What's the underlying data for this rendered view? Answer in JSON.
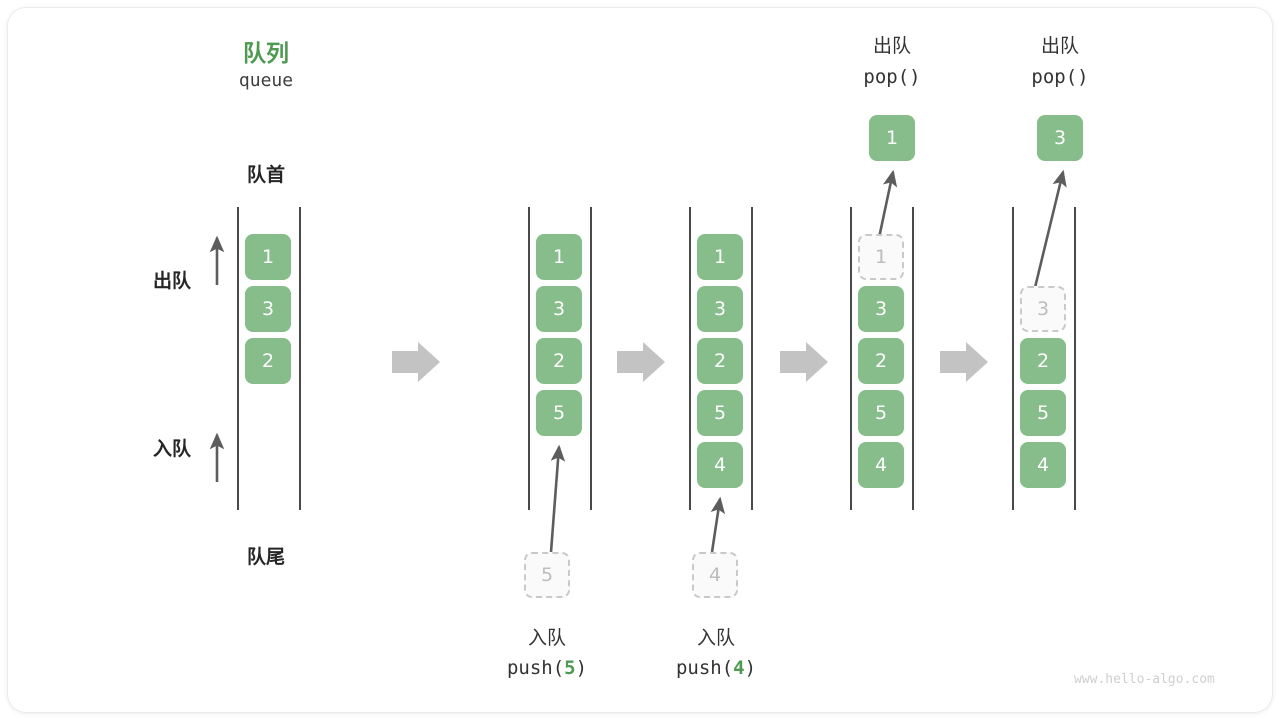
{
  "diagram": {
    "title_cn": "队列",
    "title_en": "queue",
    "front_label": "队首",
    "rear_label": "队尾",
    "dequeue_label": "出队",
    "enqueue_label": "入队",
    "watermark": "www.hello-algo.com",
    "accent_color": "#4e9a51",
    "cell_color": "#86bd8a",
    "ghost_color": "#bdbdbd",
    "arrow_color": "#c3c3c3"
  },
  "steps": [
    {
      "id": "step-1-initial",
      "cells": [
        "1",
        "3",
        "2"
      ],
      "ghost_top": null,
      "incoming": null,
      "op_cn": null,
      "op_code": null,
      "result": null
    },
    {
      "id": "step-2-push-5",
      "cells": [
        "1",
        "3",
        "2",
        "5"
      ],
      "ghost_top": null,
      "incoming": "5",
      "op_cn": "入队",
      "op_code_prefix": "push(",
      "op_code_num": "5",
      "op_code_suffix": ")",
      "result": null
    },
    {
      "id": "step-3-push-4",
      "cells": [
        "1",
        "3",
        "2",
        "5",
        "4"
      ],
      "ghost_top": null,
      "incoming": "4",
      "op_cn": "入队",
      "op_code_prefix": "push(",
      "op_code_num": "4",
      "op_code_suffix": ")",
      "result": null
    },
    {
      "id": "step-4-pop-1",
      "cells": [
        "3",
        "2",
        "5",
        "4"
      ],
      "ghost_top": "1",
      "incoming": null,
      "op_cn": "出队",
      "op_code_prefix": "pop(",
      "op_code_num": "",
      "op_code_suffix": ")",
      "result": "1"
    },
    {
      "id": "step-5-pop-3",
      "cells": [
        "2",
        "5",
        "4"
      ],
      "ghost_top": "3",
      "incoming": null,
      "op_cn": "出队",
      "op_code_prefix": "pop(",
      "op_code_num": "",
      "op_code_suffix": ")",
      "result": "3"
    }
  ]
}
